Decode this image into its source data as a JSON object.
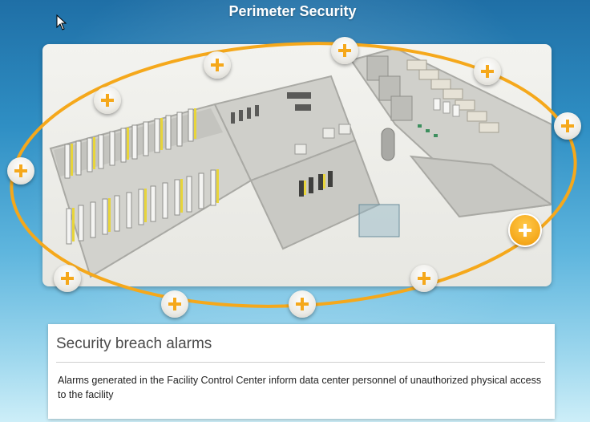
{
  "page": {
    "title": "Perimeter Security"
  },
  "colors": {
    "accent": "#f5a81b",
    "background_top": "#1f6fa6",
    "background_bottom": "#cdeef8"
  },
  "hotspots": [
    {
      "icon": "plus-icon",
      "active": false
    },
    {
      "icon": "plus-icon",
      "active": false
    },
    {
      "icon": "plus-icon",
      "active": false
    },
    {
      "icon": "plus-icon",
      "active": false
    },
    {
      "icon": "plus-icon",
      "active": false
    },
    {
      "icon": "plus-icon",
      "active": false
    },
    {
      "icon": "plus-icon",
      "active": true
    },
    {
      "icon": "plus-icon",
      "active": false
    },
    {
      "icon": "plus-icon",
      "active": false
    },
    {
      "icon": "plus-icon",
      "active": false
    },
    {
      "icon": "plus-icon",
      "active": false
    },
    {
      "icon": "plus-icon",
      "active": false
    }
  ],
  "info_panel": {
    "title": "Security breach alarms",
    "body": "Alarms generated in the Facility Control Center inform data center personnel of unauthorized physical access to the facility"
  }
}
